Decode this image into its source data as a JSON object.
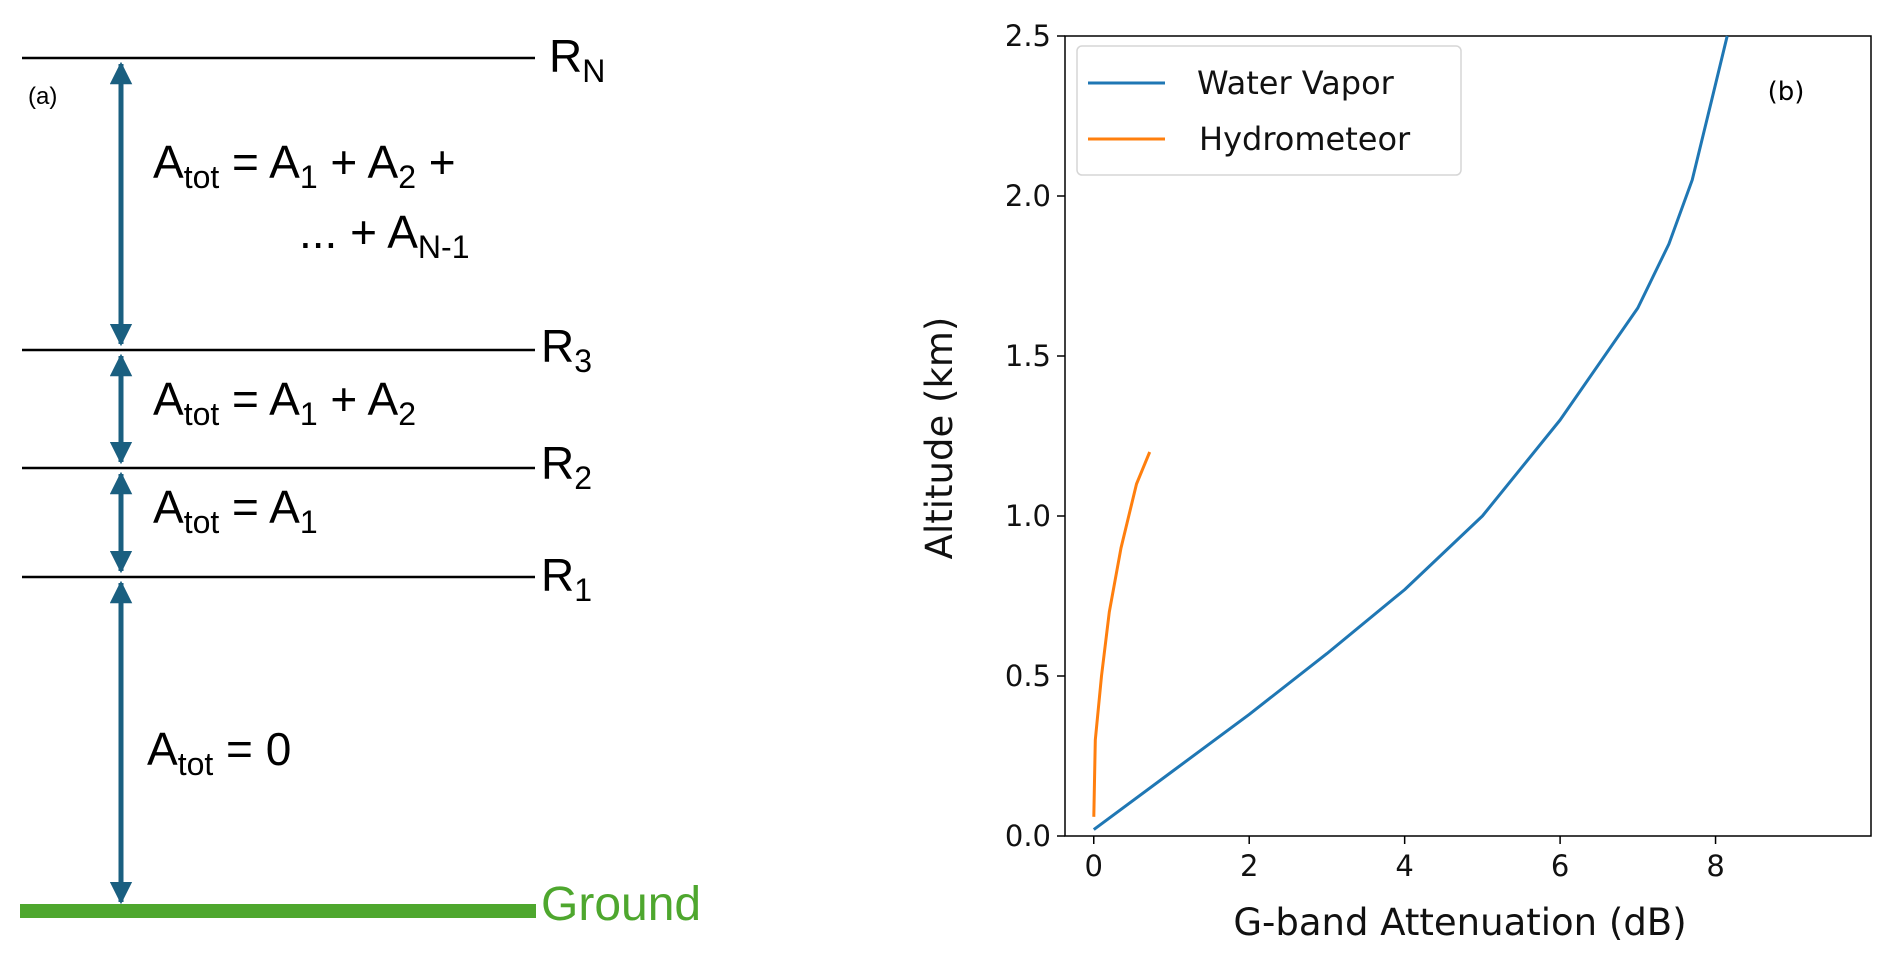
{
  "panel_a": {
    "label": "(a)",
    "levels": [
      {
        "name": "R",
        "sub": "N"
      },
      {
        "name": "R",
        "sub": "3"
      },
      {
        "name": "R",
        "sub": "2"
      },
      {
        "name": "R",
        "sub": "1"
      }
    ],
    "ground_label": "Ground",
    "equations": {
      "top_line1": {
        "lhs": "A",
        "lhs_sub": "tot",
        "eq": " = A",
        "s1": "1",
        "plus": " + A",
        "s2": "2",
        "tail": " +"
      },
      "top_line2": {
        "pre": "... + A",
        "sub": "N-1"
      },
      "mid": {
        "lhs": "A",
        "lhs_sub": "tot",
        "eq": " = A",
        "s1": "1",
        "plus": " + A",
        "s2": "2"
      },
      "low": {
        "lhs": "A",
        "lhs_sub": "tot",
        "eq": " = A",
        "s1": "1"
      },
      "ground": {
        "lhs": "A",
        "lhs_sub": "tot",
        "eq": " = 0"
      }
    },
    "colors": {
      "arrow": "#1a5f80",
      "ground": "#4ea72e",
      "line": "#000000"
    }
  },
  "chart_data": {
    "type": "line",
    "panel_label": "(b)",
    "title": "",
    "xlabel": "G-band Attenuation (dB)",
    "ylabel": "Altitude (km)",
    "xlim": [
      -0.37,
      10.0
    ],
    "ylim": [
      0.0,
      2.5
    ],
    "xticks": [
      "0",
      "2",
      "4",
      "6",
      "8"
    ],
    "xtick_values": [
      0,
      2,
      4,
      6,
      8
    ],
    "yticks": [
      "0.0",
      "0.5",
      "1.0",
      "1.5",
      "2.0",
      "2.5"
    ],
    "ytick_values": [
      0,
      0.5,
      1.0,
      1.5,
      2.0,
      2.5
    ],
    "grid": false,
    "legend_position": "top-left",
    "series": [
      {
        "name": "Water Vapor",
        "color": "#1f77b4",
        "x": [
          0.0,
          1.0,
          2.0,
          3.0,
          4.0,
          5.0,
          6.0,
          7.0,
          7.4,
          7.7,
          7.95,
          8.15
        ],
        "y": [
          0.02,
          0.2,
          0.38,
          0.57,
          0.77,
          1.0,
          1.3,
          1.65,
          1.85,
          2.05,
          2.3,
          2.5
        ]
      },
      {
        "name": "Hydrometeor",
        "color": "#ff7f0e",
        "x": [
          0.0,
          0.02,
          0.1,
          0.2,
          0.35,
          0.55,
          0.72
        ],
        "y": [
          0.06,
          0.3,
          0.5,
          0.7,
          0.9,
          1.1,
          1.2
        ]
      }
    ]
  }
}
